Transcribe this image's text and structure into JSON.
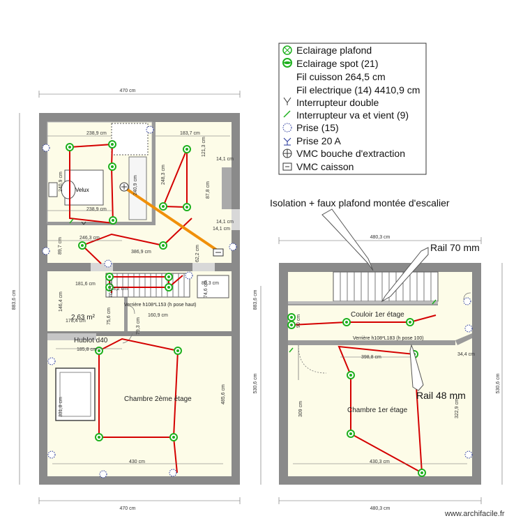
{
  "legend": {
    "items": [
      {
        "icon": "ceiling-light-icon",
        "label": "Eclairage plafond"
      },
      {
        "icon": "spot-light-icon",
        "label": "Eclairage spot (21)"
      },
      {
        "icon": "none",
        "label": "Fil cuisson 264,5 cm"
      },
      {
        "icon": "none",
        "label": "Fil electrique (14) 4410,9 cm"
      },
      {
        "icon": "double-switch-icon",
        "label": "Interrupteur double"
      },
      {
        "icon": "two-way-switch-icon",
        "label": "Interrupteur va et vient (9)"
      },
      {
        "icon": "socket-icon",
        "label": "Prise (15)"
      },
      {
        "icon": "socket-20a-icon",
        "label": "Prise 20 A"
      },
      {
        "icon": "vmc-extract-icon",
        "label": "VMC bouche d'extraction"
      },
      {
        "icon": "vmc-box-icon",
        "label": "VMC caisson"
      }
    ]
  },
  "annotations": {
    "isolation": "Isolation + faux plafond montée d'escalier",
    "rail70": "Rail 70 mm",
    "rail48": "Rail 48 mm",
    "hublot": "Hublot d40",
    "velux": "Velux",
    "watermark": "www.archifacile.fr"
  },
  "plan_left": {
    "width_top": "470 cm",
    "width_bottom": "470 cm",
    "height_outer": "883,6 cm",
    "height_inner": "530,6 cm",
    "rooms": {
      "chambre": "Chambre 2ème étage",
      "area": "2,63 m²"
    },
    "verriere": "Verrière h108*L153 (h pose haut)",
    "dims": [
      "238,9 cm",
      "183,7 cm",
      "121,3 cm",
      "14,1 cm",
      "240,9 cm",
      "248,3 cm",
      "240,9 cm",
      "87,8 cm",
      "238,9 cm",
      "14,1 cm",
      "14,1 cm",
      "246,3 cm",
      "89,7 cm",
      "386,9 cm",
      "62,2 cm",
      "181,6 cm",
      "70,6 cm",
      "3,2 cm",
      "80,3 cm",
      "74,6 cm",
      "146,4 cm",
      "178,4 cm",
      "75,6 cm",
      "79,3 cm",
      "160,9 cm",
      "185,8 cm",
      "485,6 cm",
      "331,8 cm",
      "430 cm"
    ]
  },
  "plan_right": {
    "width_top": "480,3 cm",
    "width_bottom": "480,3 cm",
    "height_outer": "883,6 cm",
    "height_inner": "530,6 cm",
    "rooms": {
      "couloir": "Couloir 1er étage",
      "chambre": "Chambre 1er étage"
    },
    "verriere": "Verrière h108*L183 (h pose 100)",
    "dims": [
      "90 cm",
      "398,8 cm",
      "34,4 cm",
      "309 cm",
      "322,9 cm",
      "430,3 cm"
    ]
  },
  "colors": {
    "wall": "#8a8a8a",
    "floor": "#fdfce8",
    "wire": "#d40000",
    "cooking_wire": "#f0900a",
    "spot": "#1db01d"
  }
}
